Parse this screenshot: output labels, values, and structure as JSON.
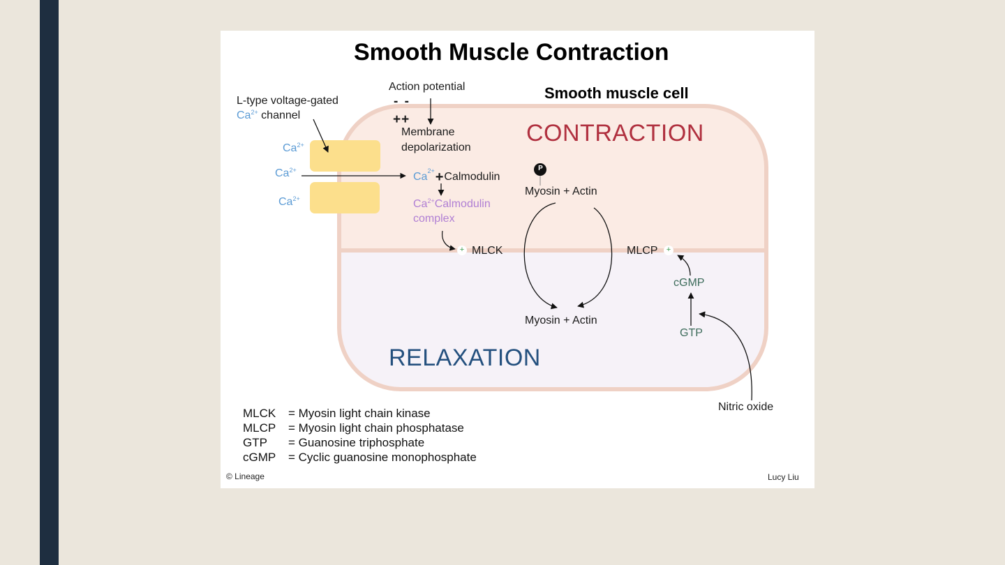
{
  "figure": {
    "title": "Smooth Muscle Contraction",
    "cell_label": "Smooth muscle cell",
    "contraction_label": "CONTRACTION",
    "relaxation_label": "RELAXATION",
    "channel_label_line1": "L-type voltage-gated",
    "channel_label_ca": "Ca",
    "channel_label_ca_sup": "2+",
    "channel_label_rest": " channel",
    "ion": "Ca",
    "ion_sup": "2+",
    "action_potential": "Action potential",
    "minus_signs": "- -",
    "plus_signs": "++",
    "depolarization_line1": "Membrane",
    "depolarization_line2": "depolarization",
    "plus": "+",
    "calmodulin": "Calmodulin",
    "complex_calmodulin": "Calmodulin",
    "complex_word": "complex",
    "phosphate_symbol": "P",
    "myosin_actin_top": "Myosin + Actin",
    "myosin_actin_bottom": "Myosin + Actin",
    "mlck": "MLCK",
    "mlcp": "MLCP",
    "cgmp": "cGMP",
    "gtp": "GTP",
    "nitric_oxide": "Nitric oxide",
    "credit_left": "© Lineage",
    "credit_right": "Lucy Liu",
    "legend": [
      {
        "abbr": "MLCK",
        "definition": "= Myosin light chain kinase"
      },
      {
        "abbr": "MLCP",
        "definition": "= Myosin light chain phosphatase"
      },
      {
        "abbr": "GTP",
        "definition": "= Guanosine triphosphate"
      },
      {
        "abbr": "cGMP",
        "definition": "= Cyclic guanosine monophosphate"
      }
    ]
  },
  "colors": {
    "background": "#ebe6dc",
    "side_bar": "#1e2e40",
    "contraction_text": "#b0303f",
    "relaxation_text": "#24507e",
    "contraction_fill": "#fbebe4",
    "relaxation_fill": "#f6f2f8",
    "cell_border": "#efd1c5",
    "channel": "#fcdf8c",
    "calcium": "#5b9bd5",
    "calmodulin_complex": "#b07fd4",
    "cgmp_gtp": "#3c6b5a"
  }
}
